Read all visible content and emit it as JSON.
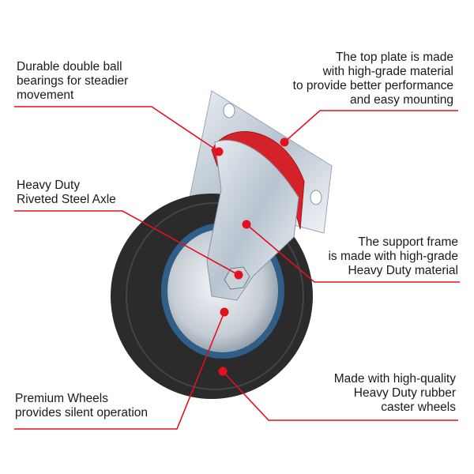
{
  "accent_color": "#e3101e",
  "callouts": {
    "bearings": [
      "Durable double ball",
      "bearings for steadier",
      "movement"
    ],
    "top_plate": [
      "The top plate is made",
      "with high-grade material",
      "to provide better performance",
      "and easy mounting"
    ],
    "axle": [
      "Heavy Duty",
      "Riveted Steel Axle"
    ],
    "support_frame": [
      "The support frame",
      "is made with high-grade",
      "Heavy Duty material"
    ],
    "premium_wheels": [
      "Premium Wheels",
      "provides silent operation"
    ],
    "rubber_wheels": [
      "Made with high-quality",
      "Heavy Duty rubber",
      "caster wheels"
    ]
  }
}
